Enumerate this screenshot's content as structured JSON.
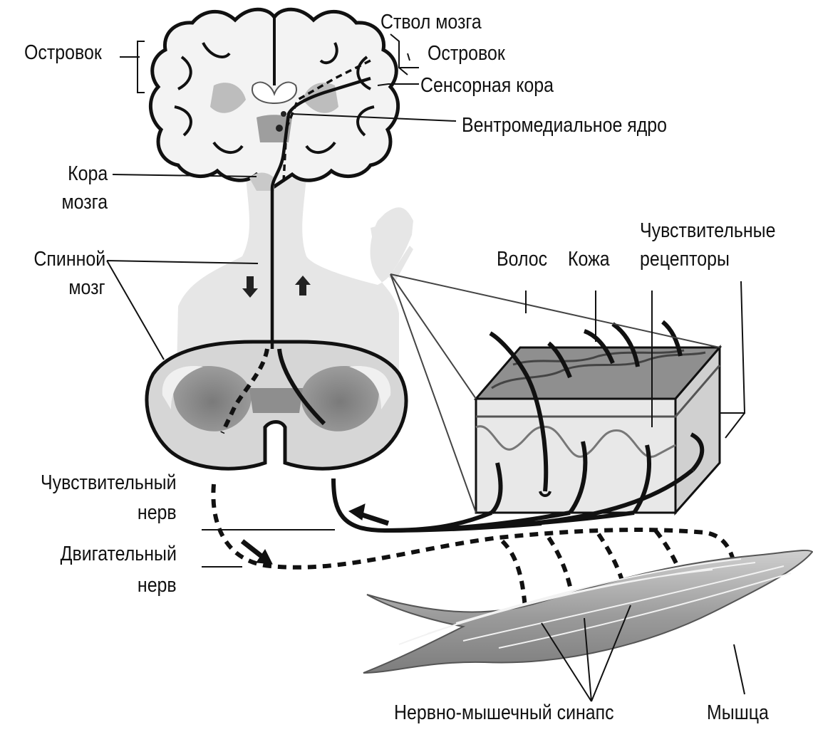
{
  "labels": {
    "insula_left": "Островок",
    "brainstem": "Ствол мозга",
    "insula_right": "Островок",
    "sensory_cortex": "Сенсорная кора",
    "ventromedial_nucleus": "Вентромедиальное ядро",
    "cortex_line1": "Кора",
    "cortex_line2": "мозга",
    "spinal_line1": "Спинной",
    "spinal_line2": "мозг",
    "hair": "Волос",
    "skin": "Кожа",
    "receptors_line1": "Чувствительные",
    "receptors_line2": "рецепторы",
    "sensory_nerve_line1": "Чувствительный",
    "sensory_nerve_line2": "нерв",
    "motor_nerve_line1": "Двигательный",
    "motor_nerve_line2": "нерв",
    "synapse": "Нервно-мышечный синапс",
    "muscle": "Мышца"
  },
  "colors": {
    "ink": "#111111",
    "tissue_light": "#d9d9d9",
    "tissue_mid": "#a8a8a8",
    "tissue_dark": "#6e6e6e",
    "body_silhouette": "#e6e6e6"
  }
}
